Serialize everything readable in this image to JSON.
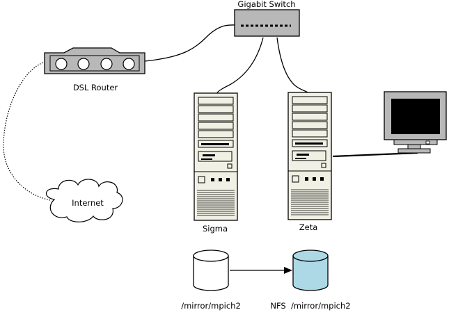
{
  "labels": {
    "switch": "Gigabit Switch",
    "router": "DSL Router",
    "internet": "Internet",
    "sigma": "Sigma",
    "zeta": "Zeta",
    "mirror_path": "/mirror/mpich2",
    "nfs_path": "NFS  /mirror/mpich2"
  },
  "colors": {
    "device_gray": "#b8b8b8",
    "tower_beige": "#f0f0e4",
    "nfs_disk": "#add8e6",
    "monitor_screen": "#000000"
  }
}
